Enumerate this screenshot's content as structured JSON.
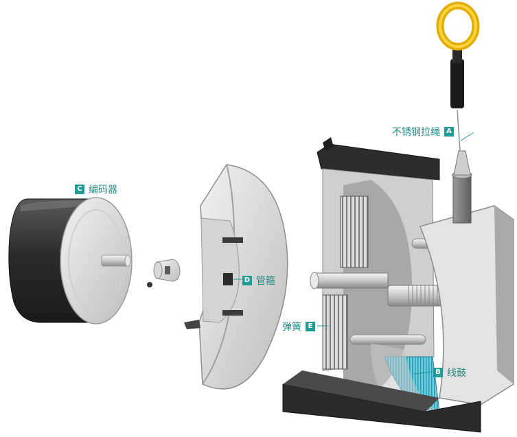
{
  "colors": {
    "accent": "#1f9b95",
    "label_text": "#1f8a84",
    "ring": "#e7b400",
    "metal_light": "#e2e2e2",
    "metal_dark": "#6f6f6f",
    "housing_dark": "#2a2a2a",
    "cable_blue": "#5cc7d9"
  },
  "callouts": {
    "a": {
      "badge": "A",
      "label": "不锈钢拉绳"
    },
    "b": {
      "badge": "B",
      "label": "线鼓"
    },
    "c": {
      "badge": "C",
      "label": "编码器"
    },
    "d": {
      "badge": "D",
      "label": "管箍"
    },
    "e": {
      "badge": "E",
      "label": "弹簧"
    }
  }
}
